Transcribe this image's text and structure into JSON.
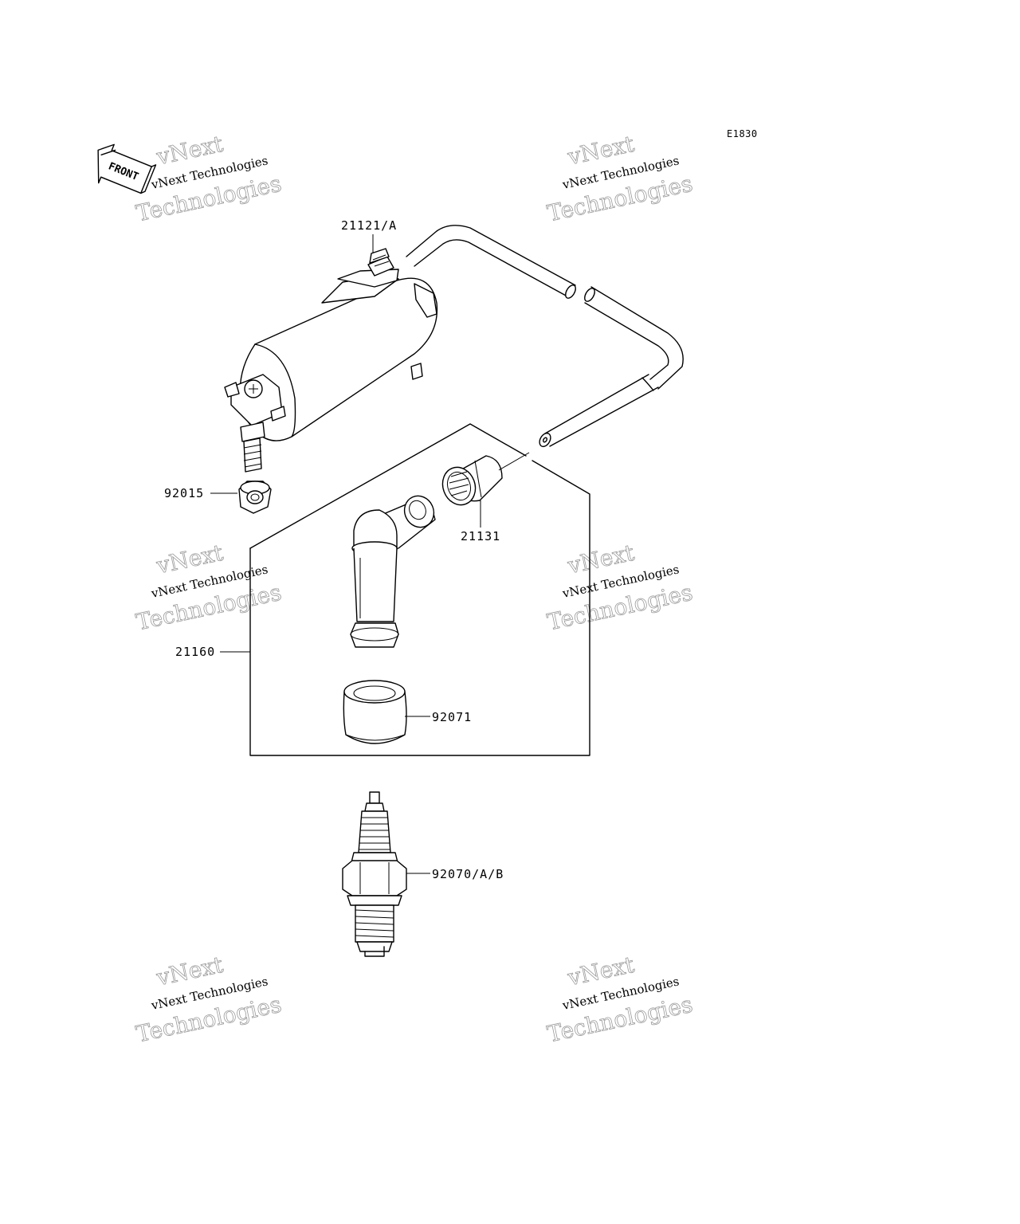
{
  "diagram_code": "E1830",
  "front_label": "FRONT",
  "watermark": {
    "small": "vNext Technologies",
    "outline_top": "vNext",
    "outline_bottom": "Technologies"
  },
  "parts": [
    {
      "id": "ignition-coil",
      "label": "21121/A"
    },
    {
      "id": "nut",
      "label": "92015"
    },
    {
      "id": "plug-cap-seal",
      "label": "21131"
    },
    {
      "id": "plug-cap-assembly",
      "label": "21160"
    },
    {
      "id": "plug-cap-boot",
      "label": "92071"
    },
    {
      "id": "spark-plug",
      "label": "92070/A/B"
    }
  ]
}
